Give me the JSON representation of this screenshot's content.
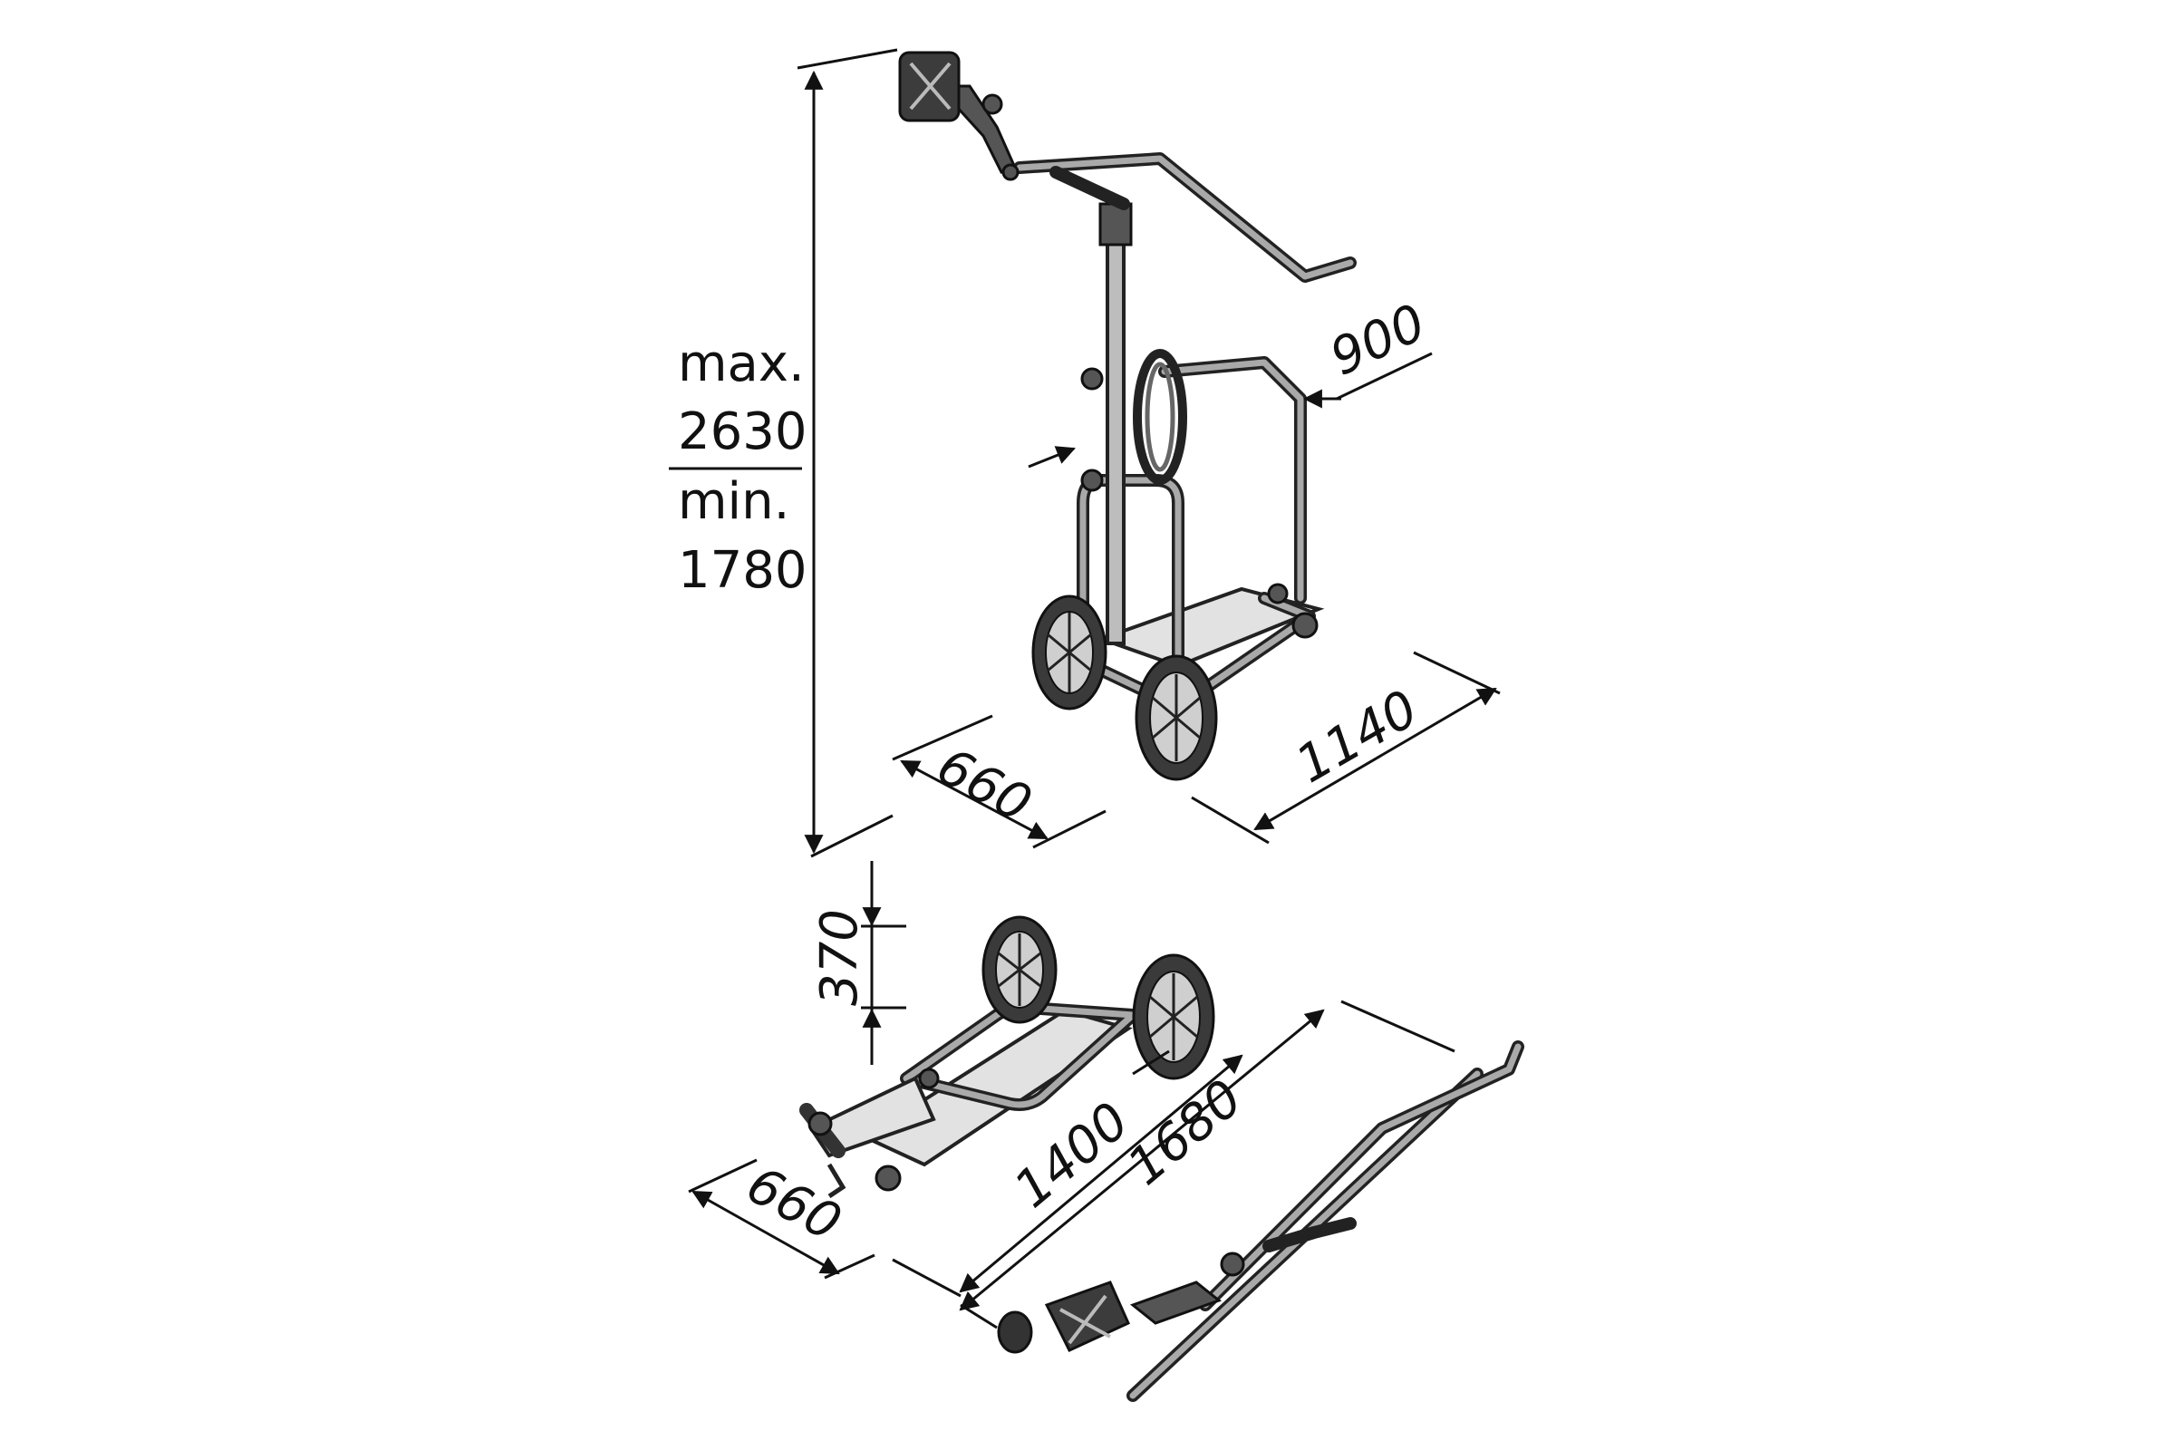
{
  "labels": {
    "height_max_prefix": "max.",
    "height_max_value": "2630",
    "height_min_prefix": "min.",
    "height_min_value": "1780",
    "assembled_width": "660",
    "assembled_length": "1140",
    "handle_width": "900",
    "folded_height": "370",
    "folded_width": "660",
    "folded_length": "1400",
    "mast_length": "1680"
  },
  "colors": {
    "line": "#111111",
    "metal_dark": "#222222",
    "metal_light": "#a9a9a9",
    "background": "#ffffff"
  }
}
